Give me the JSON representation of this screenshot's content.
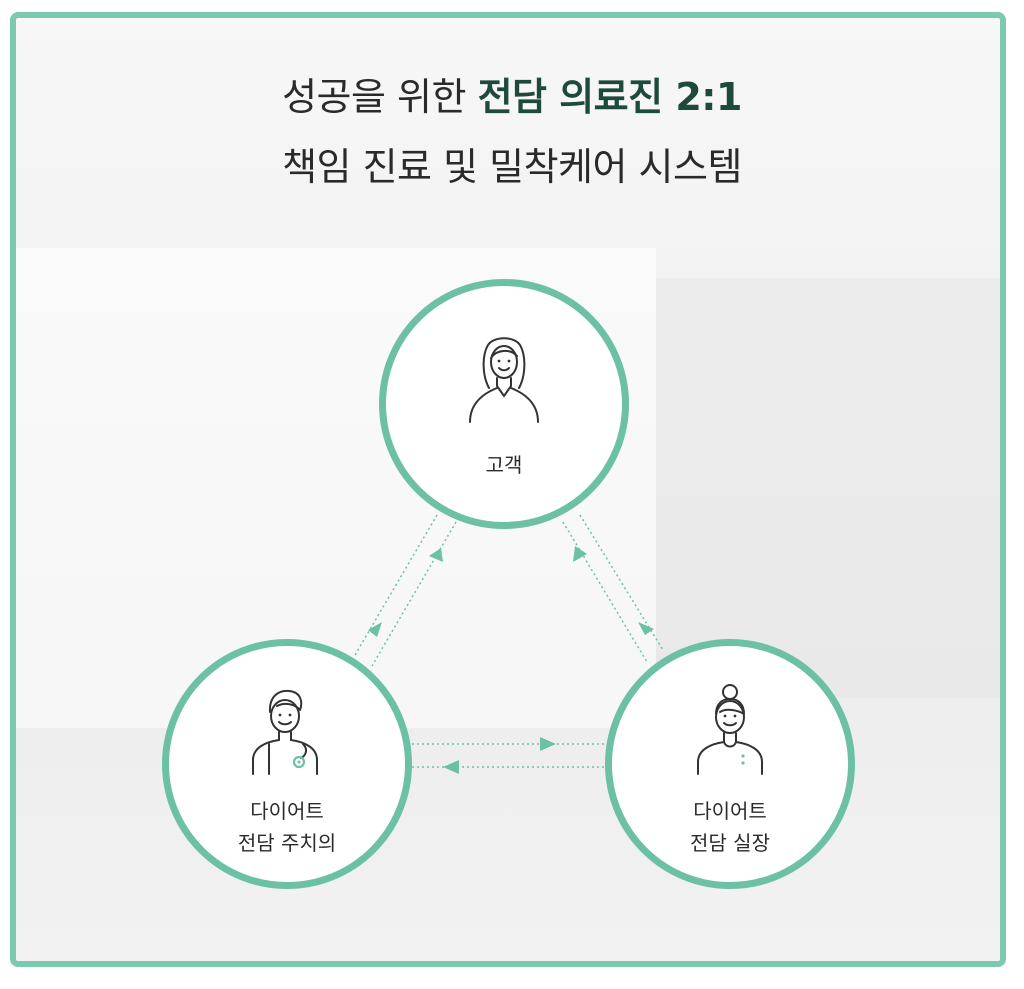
{
  "title": {
    "line1_prefix": "성공을 위한 ",
    "line1_strong": "전담 의료진 2:1",
    "line2": "책임 진료 및 밀착케어 시스템"
  },
  "nodes": {
    "customer": {
      "label": "고객",
      "icon": "woman-long-hair-icon"
    },
    "doctor": {
      "line1": "다이어트",
      "line2": "전담 주치의",
      "icon": "doctor-stethoscope-icon"
    },
    "manager": {
      "line1": "다이어트",
      "line2": "전담 실장",
      "icon": "woman-bun-hair-icon"
    }
  },
  "colors": {
    "accent": "#6cc0a6",
    "frame": "#7ccaae",
    "title_strong": "#1d4a3d"
  }
}
